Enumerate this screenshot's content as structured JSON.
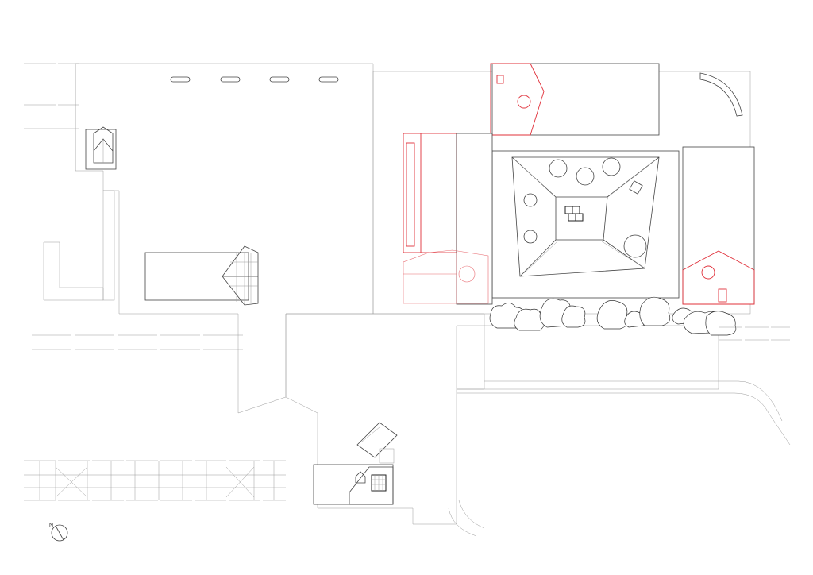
{
  "drawing": {
    "type": "architectural site plan",
    "line_color": "#444444",
    "highlight_color": "#e0303a",
    "background": "#ffffff"
  },
  "north_arrow": {
    "label": "N",
    "icon": "north-arrow-icon"
  },
  "buildings_highlighted": [
    {
      "name": "red-roof-north"
    },
    {
      "name": "red-roof-west-long"
    },
    {
      "name": "red-house-east"
    }
  ]
}
